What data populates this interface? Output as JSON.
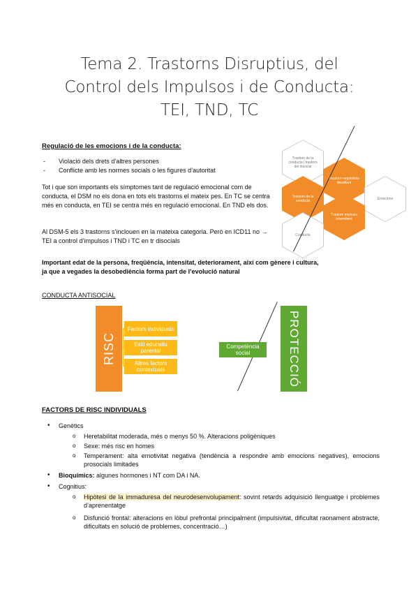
{
  "title": {
    "line1": "Tema 2. Trastorns Disruptius, del",
    "line2": "Control dels Impulsos i de Conducta:",
    "line3": "TEI, TND, TC"
  },
  "section1": {
    "heading": "Regulació de les emocions i de la conducta:",
    "bullets": [
      "Violació dels drets d’altres persones",
      "Conflicte amb les normes socials o les figures d’autoritat"
    ],
    "p1": "Tot i que son importants els símptomes tant de regulació emocional com de conducta, el DSM no els dona en tots els trastorns el mateix pes. En TC se centra més en conducta, en TEI se centra més en regulació emocional. En TND els dos.",
    "p2": "Al DSM-5 els 3 trastorns s’inclouen en la mateixa categoria. Però en ICD11 no → TEI a control d’impulsos i TND i TC en tr disocials",
    "p3": "Important edat de la persona, freqüència, intensitat, deteriorament, així com gènere i cultura, ja que a vegades la desobediència forma part de l’evolució natural"
  },
  "hexagons": {
    "h1": "Trastorn de la conducta i trastorn del disocial",
    "h2": "Trastorn negativista desafiant",
    "h3": "Trastorn de la conducta",
    "h4": "Emocions",
    "h5": "Trastorn explosiu intermitent",
    "h6": "Conducta"
  },
  "section2": {
    "heading": "CONDUCTA ANTISOCIAL",
    "risc": "RISC",
    "factors": [
      "Factors individuals",
      "Estil educatiu parental",
      "Altres factors contextuals"
    ],
    "competencia": "Competència social",
    "proteccio": "PROTECCIÓ"
  },
  "section3": {
    "heading": "FACTORS DE RISC INDIVIDUALS",
    "genetics_label": "Genètics",
    "genetics": [
      "Heretabilitat moderada, més o menys 50 %. Alteracions poligèniques",
      "Sexe: més risc en homes",
      "Temperament: alta emotivitat negativa (tendència a respondre amb emocions negatives), emocions prosocials limitades"
    ],
    "bioquimics_label": "Bioquímics:",
    "bioquimics_text": "algunes hormones i NT com DA i NA.",
    "cognitius_label": "Cognitius:",
    "cog1_hl": "Hipòtesi de la immaduresa del neurodesenvolupament",
    "cog1_rest": ": sovint retards adquisició llenguatge i problemes d’aprenentatge",
    "cog2": "Disfunció frontal: alteracions en lòbul prefrontal principalment (impulsivitat, dificultat raonament abstracte, dificultats en solució de problemes, concentració…)"
  }
}
